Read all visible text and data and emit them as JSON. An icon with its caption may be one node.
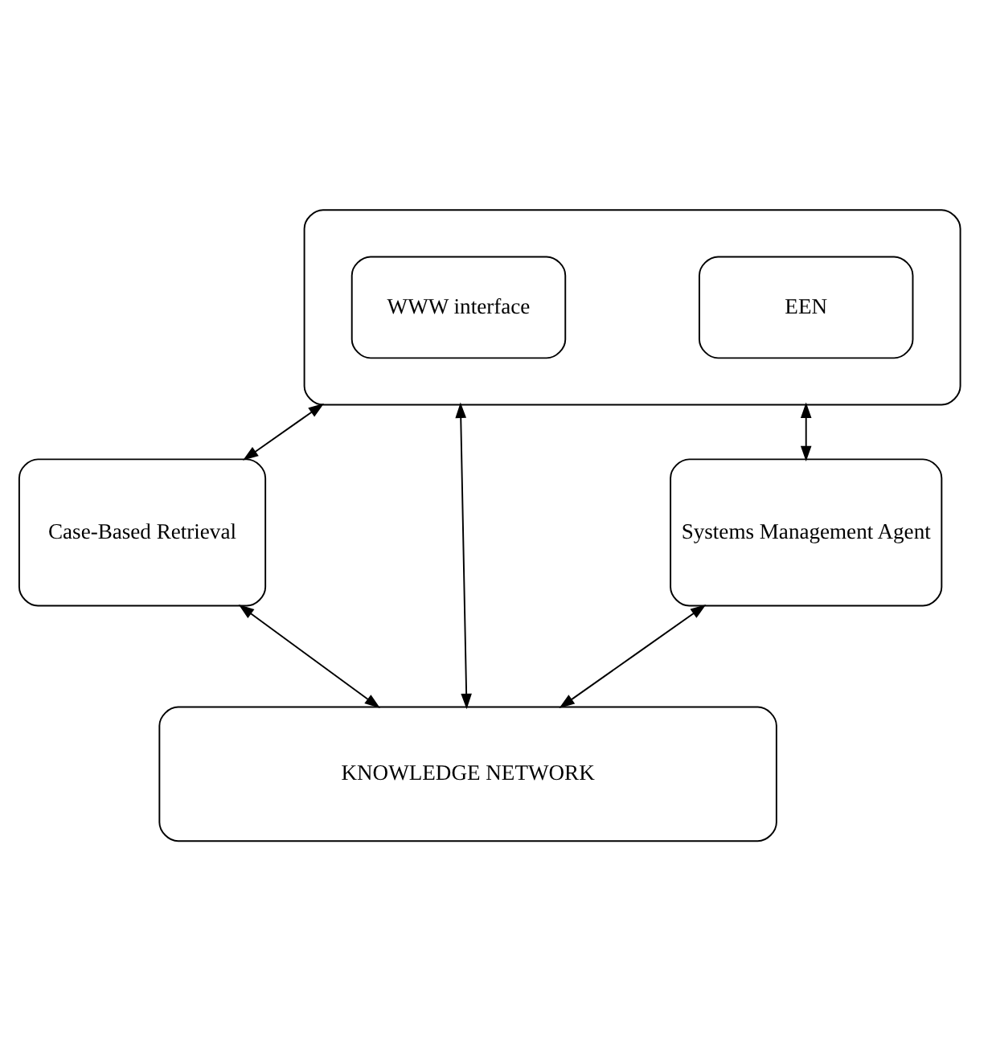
{
  "diagram": {
    "nodes": [
      {
        "text": [],
        "shape": "box"
      },
      {
        "text": [
          "WWW interface"
        ],
        "in": 0
      },
      {
        "text": [
          "EEN"
        ],
        "in": 0
      },
      {
        "text": [
          "Case-Based Retrieval"
        ]
      },
      {
        "text": [
          "Systems Management Agent"
        ]
      },
      {
        "text": [
          "KNOWLEDGE NETWORK"
        ]
      }
    ],
    "edges": [
      {
        "from": 0,
        "to": 3,
        "arrow": "both"
      },
      {
        "from": 0,
        "to": 5,
        "arrow": "both"
      },
      {
        "from": 0,
        "to": 4,
        "arrow": "both"
      },
      {
        "from": 3,
        "to": 5,
        "arrow": "both"
      },
      {
        "from": 4,
        "to": 5,
        "arrow": "both"
      }
    ]
  }
}
